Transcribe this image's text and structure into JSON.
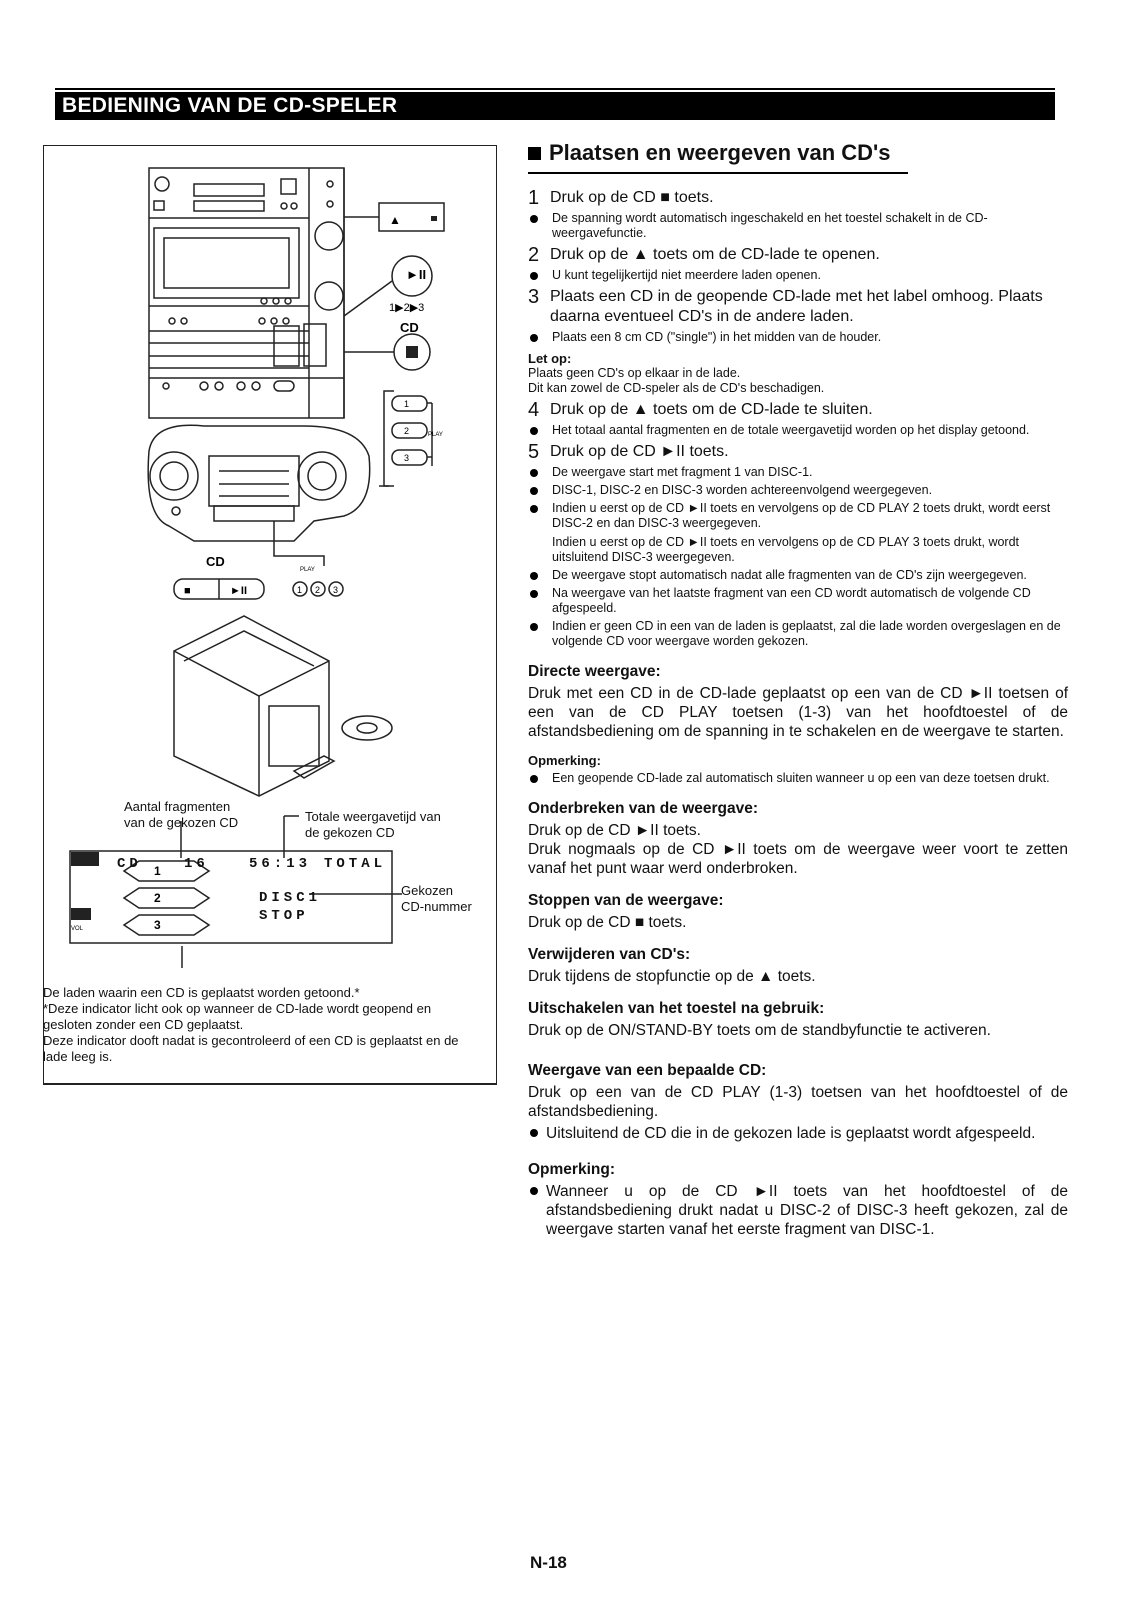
{
  "header": {
    "title": "BEDIENING VAN DE CD-SPELER"
  },
  "figure": {
    "callout_fragments": "Aantal fragmenten\nvan de gekozen CD",
    "callout_time": "Totale weergavetijd van\nde gekozen CD",
    "callout_disc": "Gekozen\nCD-nummer",
    "lcd_cd": "CD",
    "lcd_tracks": "16",
    "lcd_time": "56:13",
    "lcd_total": "TOTAL",
    "lcd_disc": "DISC1",
    "lcd_stop": "STOP",
    "lcd_vol": "VOL",
    "label_cd": "CD",
    "label_play": "PLAY",
    "remote_cd": "CD",
    "remote_play": "PLAY",
    "tray1": "1",
    "tray2": "2",
    "tray3": "3",
    "disc_seq": "1▶2▶3",
    "footnote": "De laden waarin een CD is geplaatst worden getoond.*\n*Deze indicator licht ook op wanneer de CD-lade wordt geopend en gesloten zonder een CD geplaatst.\nDeze indicator dooft nadat is gecontroleerd of een CD is geplaatst en de lade leeg is."
  },
  "section": {
    "title": "Plaatsen en weergeven van CD's",
    "step1": "Druk op de CD ■ toets.",
    "step1_b1": "De spanning wordt automatisch ingeschakeld en het toestel schakelt in de CD-weergavefunctie.",
    "step2": "Druk op de ▲ toets om de CD-lade te openen.",
    "step2_b1": "U kunt tegelijkertijd niet meerdere laden openen.",
    "step3": "Plaats een CD in de geopende CD-lade met het label omhoog. Plaats daarna eventueel CD's in de andere laden.",
    "step3_b1": "Plaats een 8 cm CD (\"single\") in het midden van de houder.",
    "letop_title": "Let op:",
    "letop_1": "Plaats geen CD's op elkaar in de lade.",
    "letop_2": "Dit kan zowel de CD-speler als de CD's beschadigen.",
    "step4": "Druk op de ▲ toets om de CD-lade te sluiten.",
    "step4_b1": "Het totaal aantal fragmenten en de totale weergavetijd worden op het display getoond.",
    "step5": "Druk op de CD ►II toets.",
    "step5_b1": "De weergave start met fragment 1 van DISC-1.",
    "step5_b2": "DISC-1, DISC-2 en DISC-3 worden achtereenvolgend weergegeven.",
    "step5_b3": "Indien u eerst op de CD ►II toets en vervolgens op de CD PLAY 2 toets drukt, wordt eerst DISC-2 en dan DISC-3 weergegeven.",
    "step5_b3_cont": "Indien u eerst op de CD ►II toets en vervolgens op de CD PLAY 3 toets drukt, wordt uitsluitend DISC-3 weergegeven.",
    "step5_b4": "De weergave stopt automatisch nadat alle fragmenten van de CD's zijn weergegeven.",
    "step5_b5": "Na weergave van het laatste fragment van een CD wordt automatisch de volgende CD afgespeeld.",
    "step5_b6": "Indien er geen CD in een van de laden is geplaatst, zal die lade worden overgeslagen en de volgende CD voor weergave worden gekozen.",
    "direct_title": "Directe weergave:",
    "direct_body": "Druk met een CD in de CD-lade geplaatst op een van de CD ►II toetsen of een van de CD PLAY toetsen (1-3) van het hoofdtoestel of de afstandsbediening om de spanning in te schakelen en de weergave te starten.",
    "opm1_title": "Opmerking:",
    "opm1_b1": "Een geopende CD-lade zal automatisch sluiten wanneer u op een van deze toetsen drukt.",
    "pause_title": "Onderbreken van de weergave:",
    "pause_1": "Druk op de CD ►II toets.",
    "pause_2": "Druk nogmaals op de CD ►II toets om de weergave weer voort te zetten vanaf het punt waar werd onderbroken.",
    "stop_title": "Stoppen van de weergave:",
    "stop_1": "Druk op de CD ■ toets.",
    "remove_title": "Verwijderen van CD's:",
    "remove_1": "Druk tijdens de stopfunctie op de ▲ toets.",
    "off_title": "Uitschakelen van het toestel na gebruik:",
    "off_1": "Druk op de ON/STAND-BY toets om de standbyfunctie te activeren.",
    "specific_title": "Weergave van een bepaalde CD:",
    "specific_1": "Druk op een van de CD PLAY (1-3) toetsen van het hoofdtoestel of de afstandsbediening.",
    "specific_b1": "Uitsluitend de CD die in de gekozen lade is geplaatst wordt afgespeeld.",
    "opm2_title": "Opmerking:",
    "opm2_b1": "Wanneer u op de CD ►II toets van het hoofdtoestel of de afstandsbediening drukt nadat u DISC-2 of DISC-3 heeft gekozen, zal de weergave starten vanaf het eerste fragment van DISC-1."
  },
  "footer": {
    "page_number": "N-18"
  }
}
